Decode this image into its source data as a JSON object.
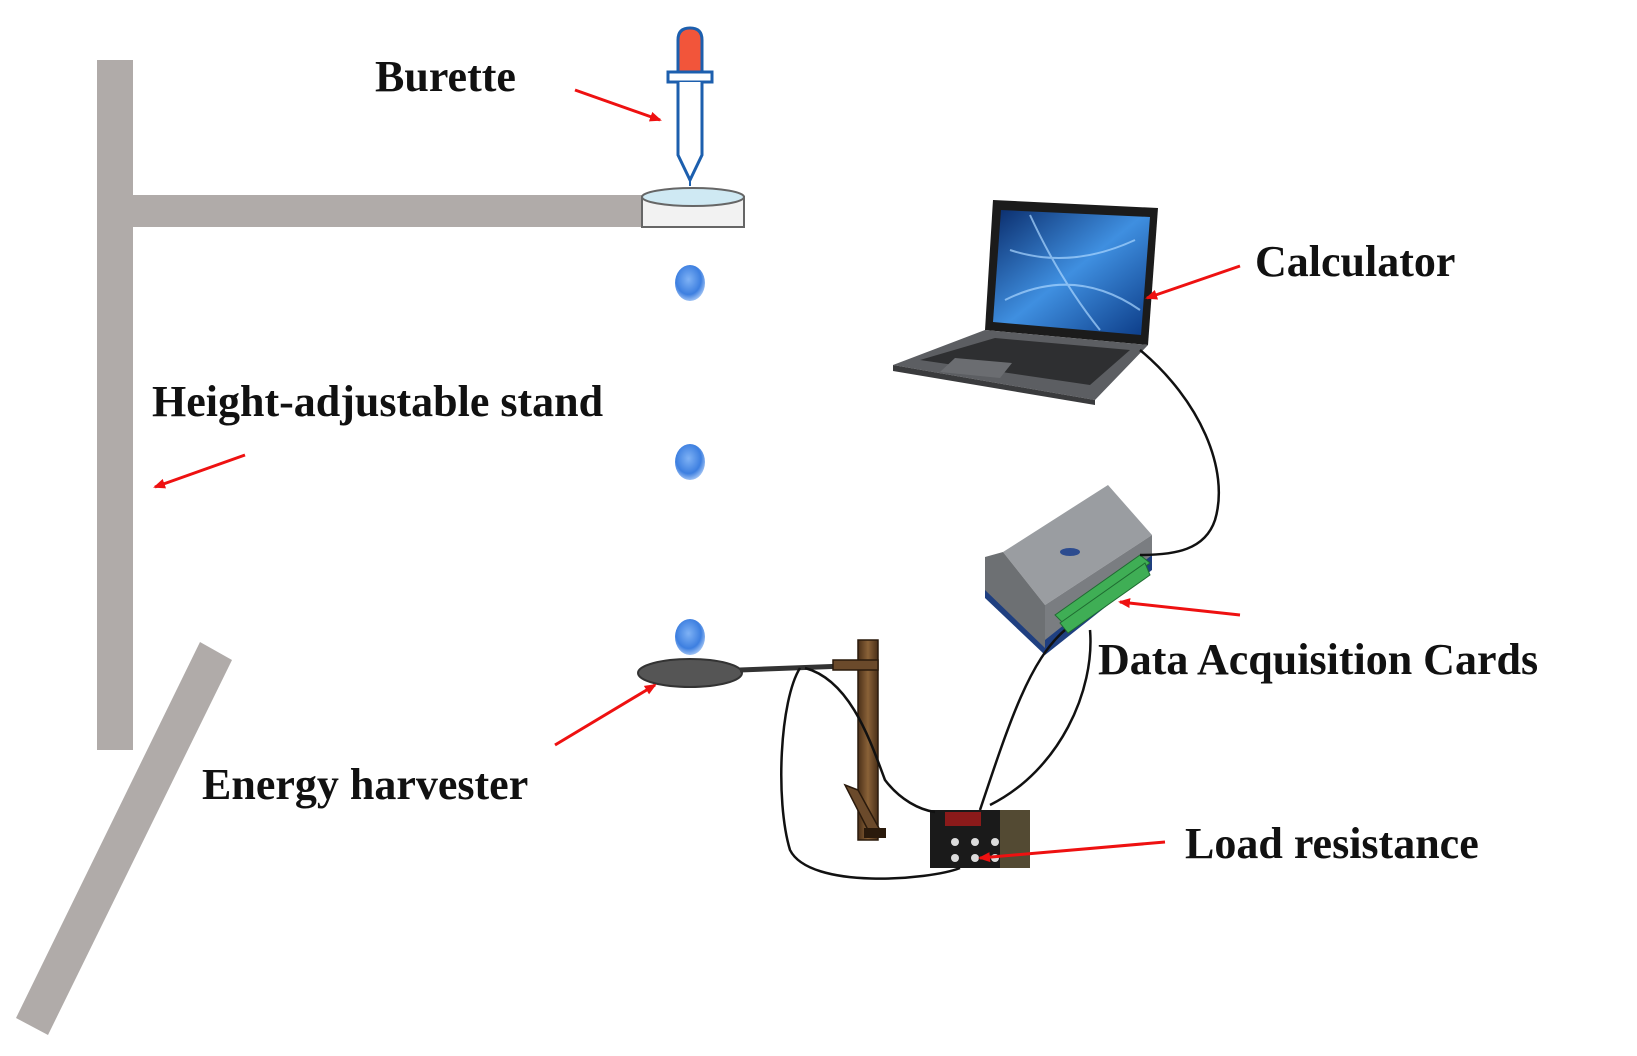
{
  "labels": {
    "burette": "Burette",
    "calculator": "Calculator",
    "stand": "Height-adjustable stand",
    "daq": "Data Acquisition Cards",
    "harvester": "Energy harvester",
    "load": "Load resistance"
  },
  "colors": {
    "stand": "#b0aba9",
    "arrow": "#ee1111",
    "droplet": "#3d7fe0",
    "burette_bulb": "#f2553a",
    "burette_body": "#1c5fae",
    "wire": "#111111",
    "daq_body": "#8a8d90",
    "daq_terminal": "#3fae55",
    "daq_base": "#1f3f80",
    "laptop_screen": "#1a5aa8",
    "wood": "#6b4a2b",
    "harvester_disc": "#555555"
  },
  "icons": {
    "burette": "dropper-icon",
    "laptop": "laptop-icon",
    "daq": "daq-card-icon",
    "load": "resistor-box-icon",
    "harvester": "piezo-disc-icon",
    "support": "wooden-support-icon"
  }
}
